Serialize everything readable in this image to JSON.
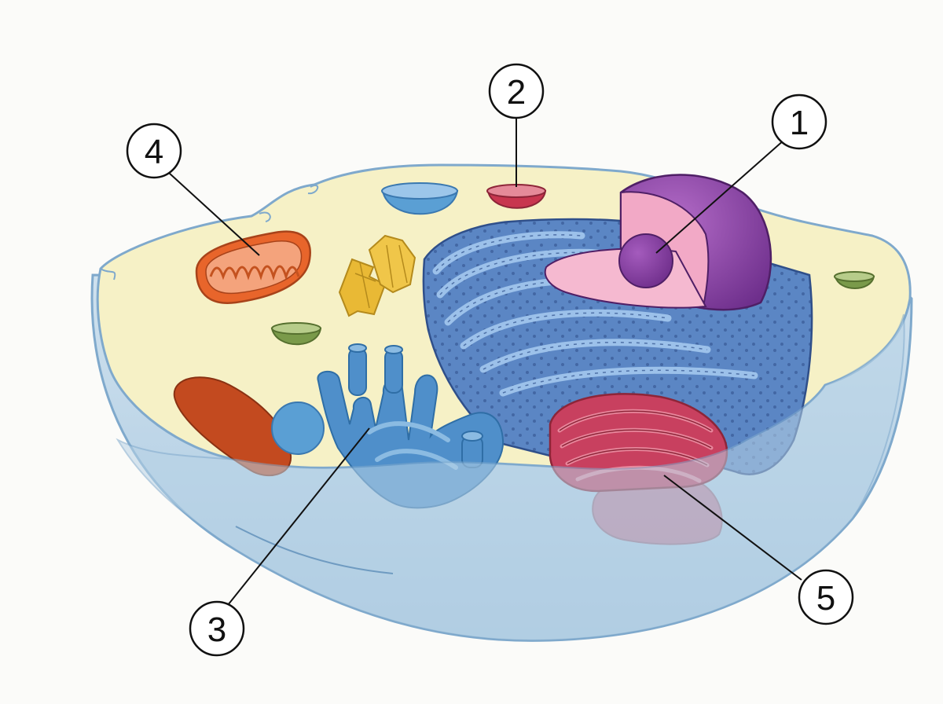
{
  "diagram": {
    "callouts": [
      {
        "id": "nucleus",
        "label": "1"
      },
      {
        "id": "lysosome",
        "label": "2"
      },
      {
        "id": "smooth-er",
        "label": "3"
      },
      {
        "id": "mitochondrion",
        "label": "4"
      },
      {
        "id": "golgi",
        "label": "5"
      }
    ],
    "colors": {
      "background": "#fbfbf9",
      "membrane": "#7fa9cc",
      "cytoplasm": "#f6f1c6",
      "lower_shell": "#b8d3e6",
      "nucleus_outer": "#8e4aa8",
      "nucleus_inner": "#f2a9c6",
      "nucleolus": "#7a3a93",
      "rough_er": "#5b86c4",
      "smooth_er": "#4f8fca",
      "golgi": "#c8405f",
      "mitochondrion": "#e8652b",
      "lysosome": "#c8364f",
      "vesicle_blue": "#5a9fd4",
      "vesicle_green": "#7a9a4a",
      "centriole": "#e9b935",
      "peroxisome": "#b5451b"
    }
  }
}
